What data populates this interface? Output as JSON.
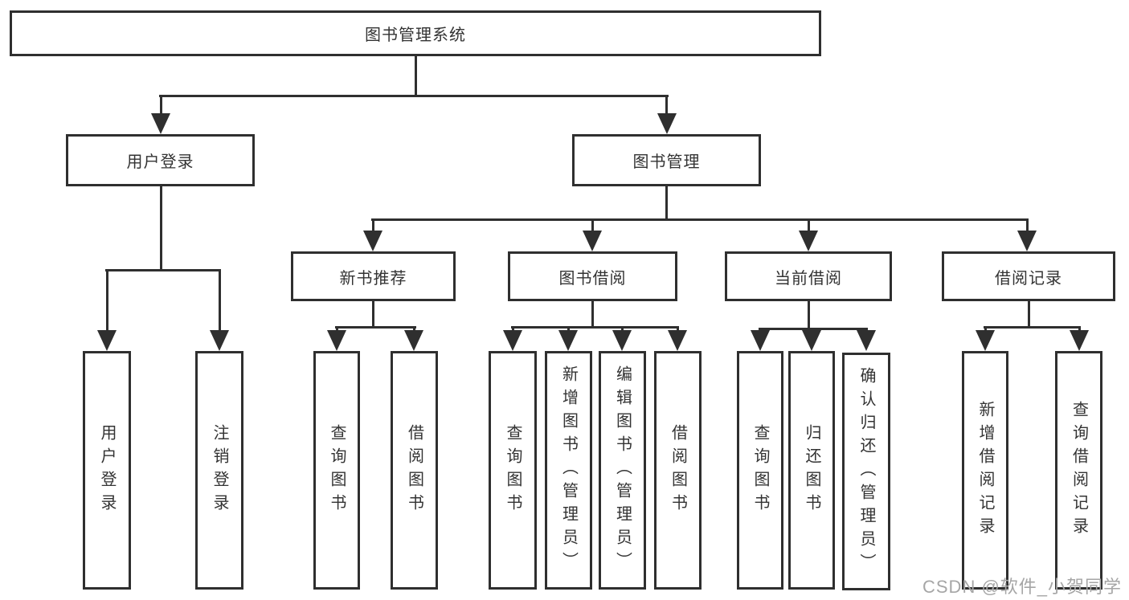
{
  "diagram": {
    "root": {
      "label": "图书管理系统"
    },
    "level2": [
      {
        "label": "用户登录"
      },
      {
        "label": "图书管理"
      }
    ],
    "level3": [
      {
        "label": "新书推荐"
      },
      {
        "label": "图书借阅"
      },
      {
        "label": "当前借阅"
      },
      {
        "label": "借阅记录"
      }
    ],
    "leaves": {
      "user_login": [
        {
          "label": "用户登录"
        },
        {
          "label": "注销登录"
        }
      ],
      "new_book_recommend": [
        {
          "label": "查询图书"
        },
        {
          "label": "借阅图书"
        }
      ],
      "book_borrow": [
        {
          "label": "查询图书"
        },
        {
          "label": "新增图书（管理员）"
        },
        {
          "label": "编辑图书（管理员）"
        },
        {
          "label": "借阅图书"
        }
      ],
      "current_borrow": [
        {
          "label": "查询图书"
        },
        {
          "label": "归还图书"
        },
        {
          "label": "确认归还（管理员）"
        }
      ],
      "borrow_record": [
        {
          "label": "新增借阅记录"
        },
        {
          "label": "查询借阅记录"
        }
      ]
    }
  },
  "watermark": {
    "text": "CSDN @软件_小贺同学"
  },
  "colors": {
    "line": "#2f2f2f",
    "text": "#333333",
    "box_background": "#ffffff",
    "watermark": "#a6a6a6",
    "background": "#ffffff"
  }
}
